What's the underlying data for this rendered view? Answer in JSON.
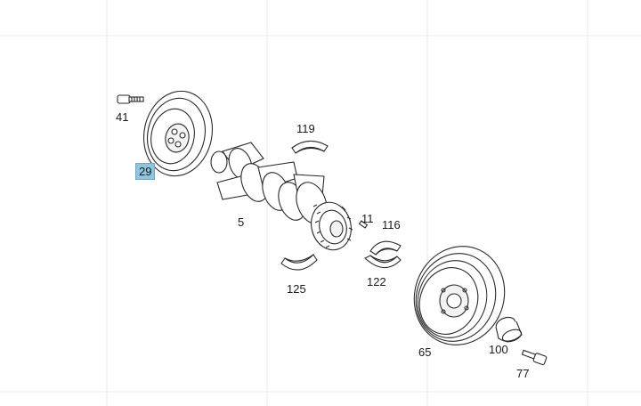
{
  "diagram": {
    "labels": [
      {
        "id": "41",
        "text": "41",
        "highlighted": false
      },
      {
        "id": "29",
        "text": "29",
        "highlighted": true
      },
      {
        "id": "119",
        "text": "119",
        "highlighted": false
      },
      {
        "id": "5",
        "text": "5",
        "highlighted": false
      },
      {
        "id": "11",
        "text": "11",
        "highlighted": false
      },
      {
        "id": "116",
        "text": "116",
        "highlighted": false
      },
      {
        "id": "125",
        "text": "125",
        "highlighted": false
      },
      {
        "id": "122",
        "text": "122",
        "highlighted": false
      },
      {
        "id": "65",
        "text": "65",
        "highlighted": false
      },
      {
        "id": "100",
        "text": "100",
        "highlighted": false
      },
      {
        "id": "77",
        "text": "77",
        "highlighted": false
      }
    ],
    "highlight_color": "#8fc6de"
  }
}
